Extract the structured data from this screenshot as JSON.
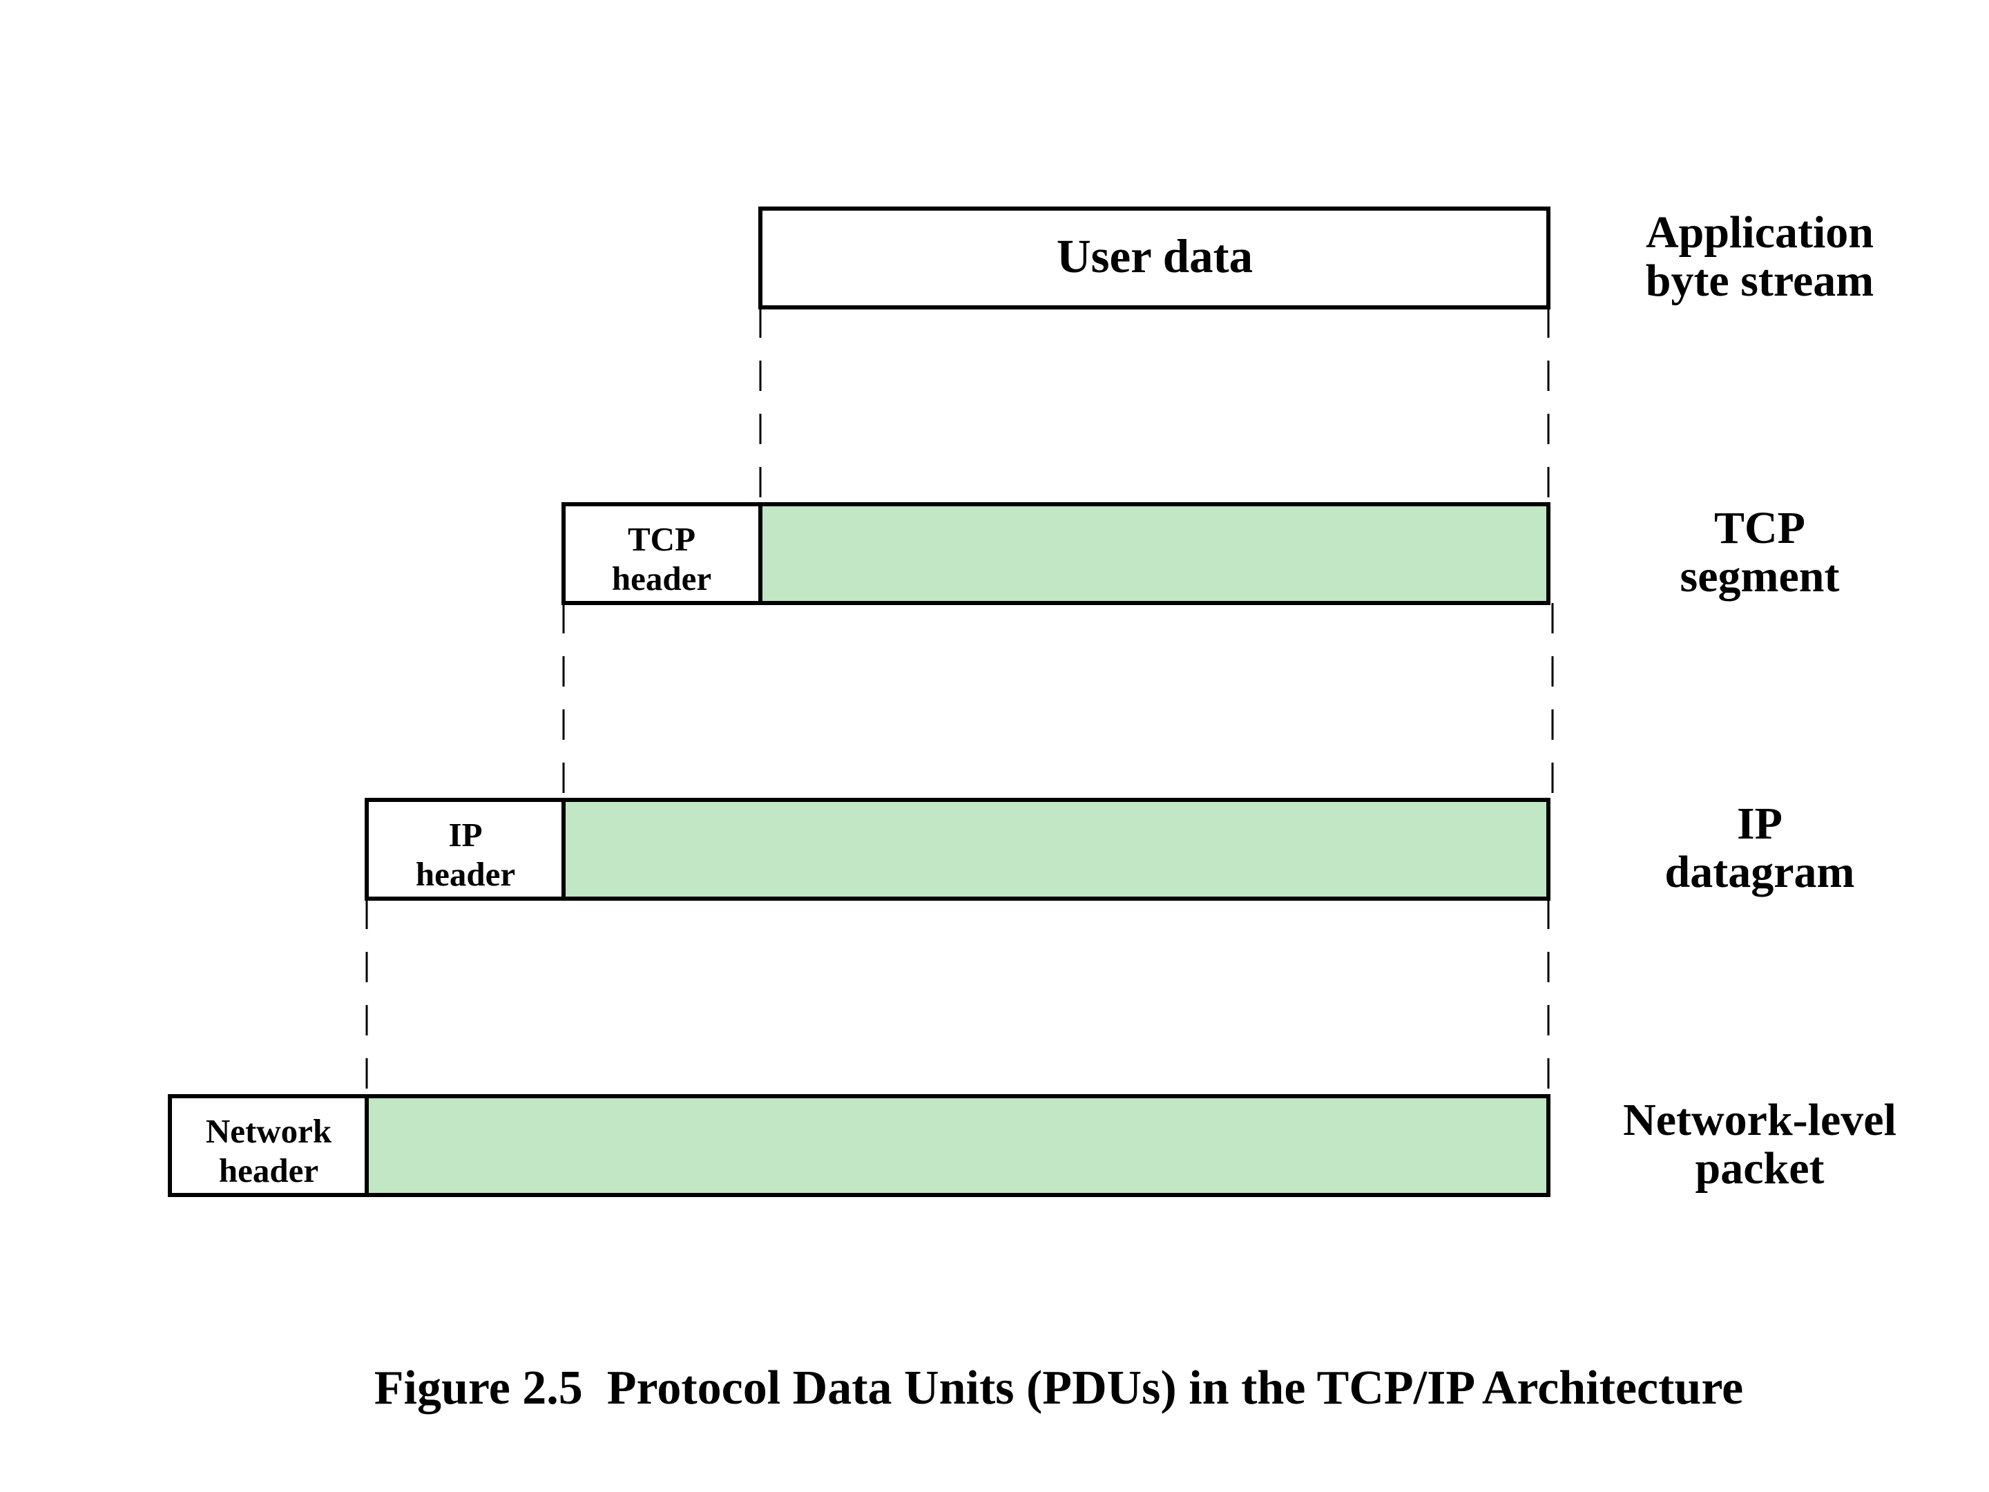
{
  "colors": {
    "payload_fill": "#c1e7c5",
    "header_fill": "#ffffff",
    "stroke": "#000000"
  },
  "layers": [
    {
      "id": "application",
      "label_lines": [
        "Application",
        "byte stream"
      ],
      "header_lines": [],
      "payload_text": "User data"
    },
    {
      "id": "tcp",
      "label_lines": [
        "TCP",
        "segment"
      ],
      "header_lines": [
        "TCP",
        "header"
      ],
      "payload_text": ""
    },
    {
      "id": "ip",
      "label_lines": [
        "IP",
        "datagram"
      ],
      "header_lines": [
        "IP",
        "header"
      ],
      "payload_text": ""
    },
    {
      "id": "network",
      "label_lines": [
        "Network-level",
        "packet"
      ],
      "header_lines": [
        "Network",
        "header"
      ],
      "payload_text": ""
    }
  ],
  "caption": "Figure 2.5  Protocol Data Units (PDUs) in the TCP/IP Architecture"
}
